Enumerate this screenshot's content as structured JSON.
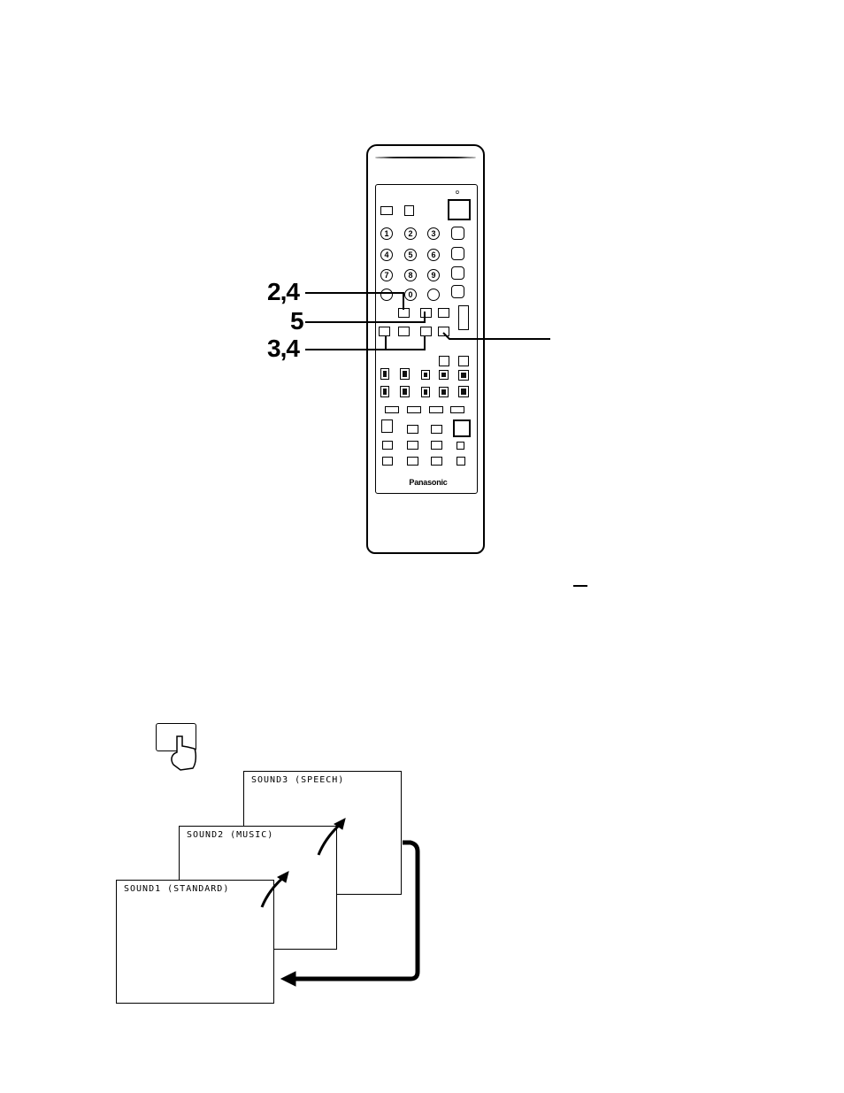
{
  "remote": {
    "brand": "Panasonic",
    "keypad": [
      "1",
      "2",
      "3",
      "4",
      "5",
      "6",
      "7",
      "8",
      "9",
      "",
      "0",
      ""
    ]
  },
  "callouts": {
    "step_2_4": "2,4",
    "step_5": "5",
    "step_3_4": "3,4"
  },
  "screens": {
    "sound1": "SOUND1 (STANDARD)",
    "sound2": "SOUND2 (MUSIC)",
    "sound3": "SOUND3 (SPEECH)"
  },
  "icons": {
    "press_hand": "pointing-hand-icon",
    "cycle_arrow": "cycle-arrow-icon"
  }
}
